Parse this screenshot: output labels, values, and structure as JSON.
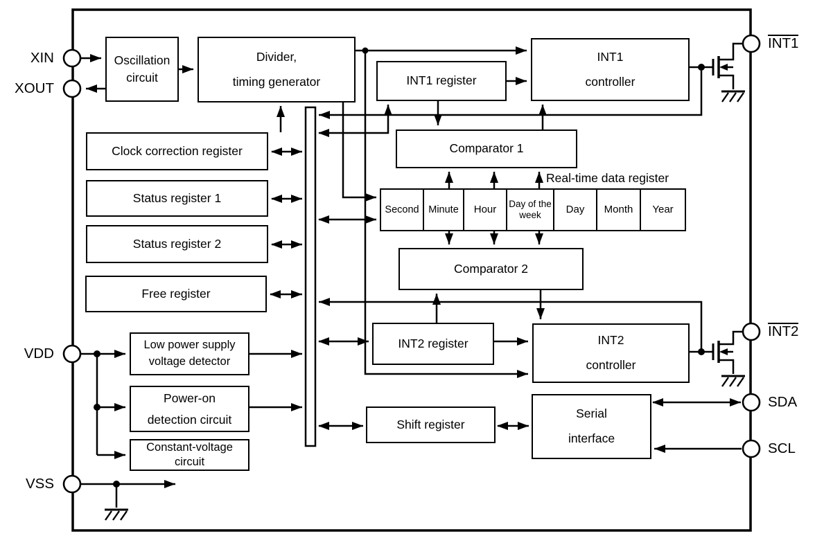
{
  "blocks": {
    "oscillation": {
      "label": "Oscillation\ncircuit"
    },
    "divider": {
      "label": "Divider,\ntiming generator"
    },
    "clock_correction": {
      "label": "Clock correction register"
    },
    "status1": {
      "label": "Status register 1"
    },
    "status2": {
      "label": "Status register 2"
    },
    "free": {
      "label": "Free register"
    },
    "int1_register": {
      "label": "INT1 register"
    },
    "int1_controller": {
      "label": "INT1\ncontroller"
    },
    "comparator1": {
      "label": "Comparator 1"
    },
    "comparator2": {
      "label": "Comparator 2"
    },
    "int2_register": {
      "label": "INT2 register"
    },
    "int2_controller": {
      "label": "INT2\ncontroller"
    },
    "lps_detector": {
      "label": "Low power supply\nvoltage detector"
    },
    "power_on": {
      "label": "Power-on\ndetection circuit"
    },
    "const_voltage": {
      "label": "Constant-voltage\ncircuit"
    },
    "shift_register": {
      "label": "Shift register"
    },
    "serial_interface": {
      "label": "Serial\ninterface"
    }
  },
  "rtc": {
    "title": "Real-time data register",
    "cells": [
      "Second",
      "Minute",
      "Hour",
      "Day of the week",
      "Day",
      "Month",
      "Year"
    ]
  },
  "pins": {
    "xin": {
      "label": "XIN",
      "overline": false
    },
    "xout": {
      "label": "XOUT",
      "overline": false
    },
    "vdd": {
      "label": "VDD",
      "overline": false
    },
    "vss": {
      "label": "VSS",
      "overline": false
    },
    "int1": {
      "label": "INT1",
      "overline": true
    },
    "int2": {
      "label": "INT2",
      "overline": true
    },
    "sda": {
      "label": "SDA",
      "overline": false
    },
    "scl": {
      "label": "SCL",
      "overline": false
    }
  },
  "colors": {
    "line": "#000000",
    "background": "#ffffff",
    "text": "#000000"
  }
}
